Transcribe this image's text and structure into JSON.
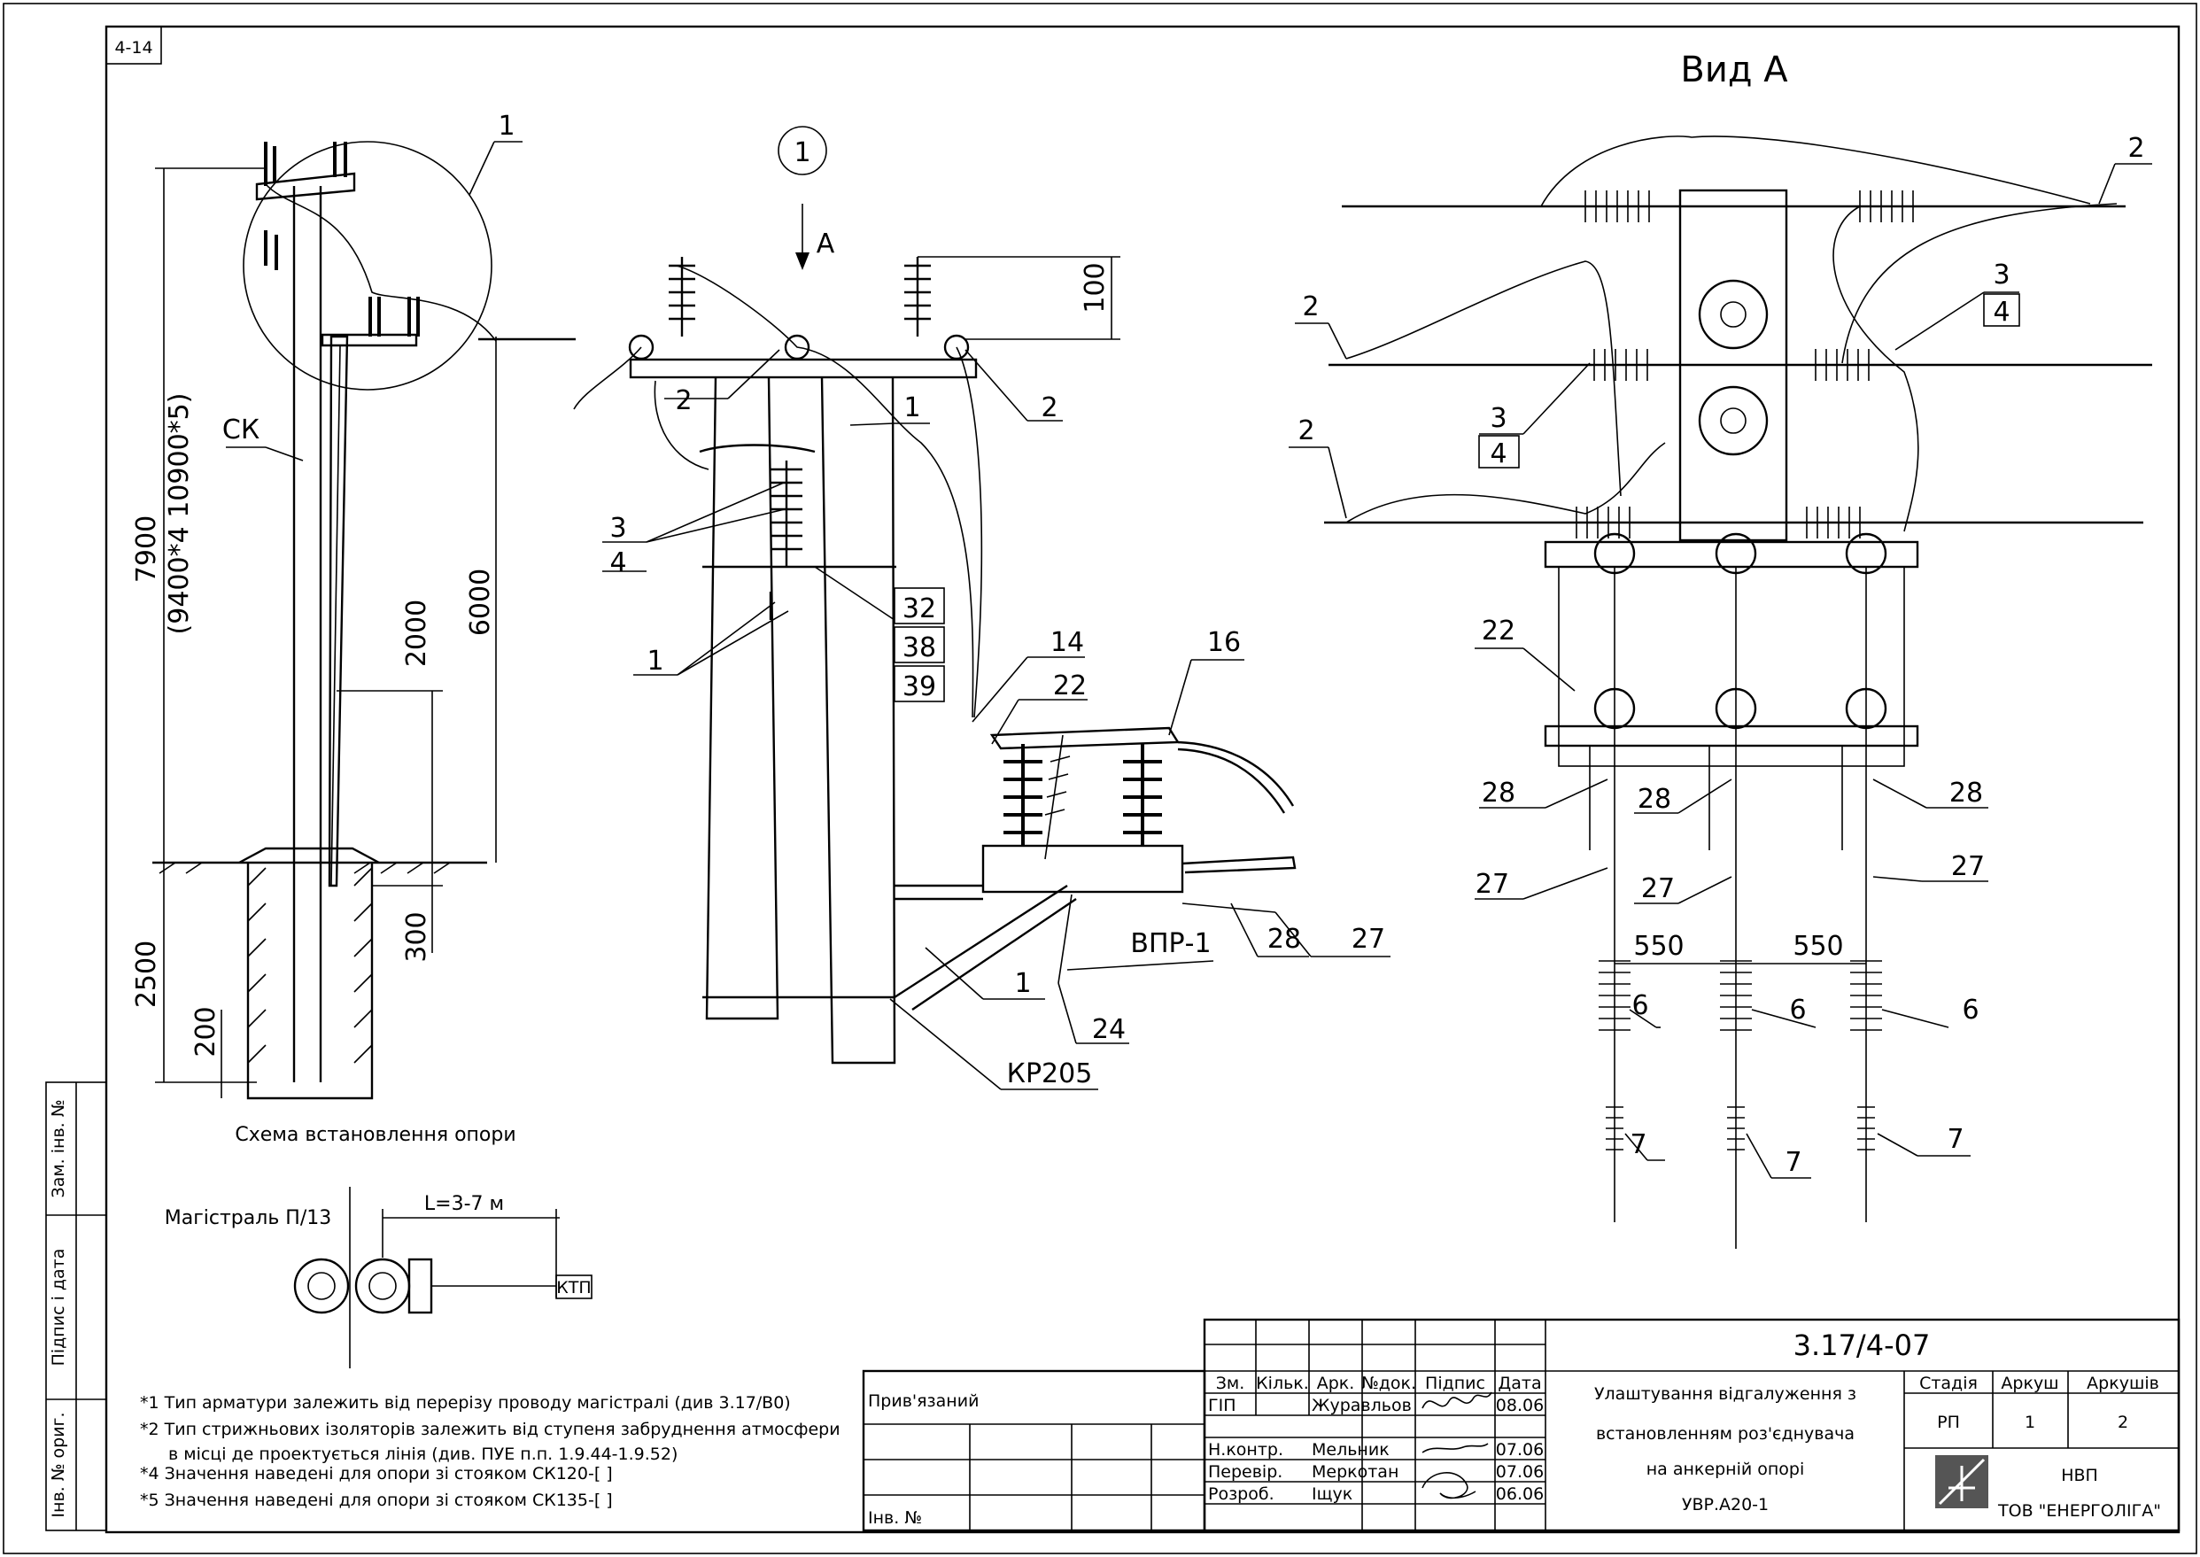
{
  "sheet": {
    "corner_code": "4-14"
  },
  "scheme": {
    "caption": "Схема встановлення опори",
    "dims": {
      "h_total": "7900",
      "h_alt": "(9400*4  10900*5)",
      "h_6000": "6000",
      "h_2000": "2000",
      "h_300": "300",
      "depth": "2500",
      "d200": "200"
    },
    "labels": {
      "ck": "СК",
      "n1": "1"
    }
  },
  "detail": {
    "circle_num": "1",
    "arrow_label": "A",
    "dim_100": "100",
    "labels": {
      "l2a": "2",
      "l1a": "1",
      "l2b": "2",
      "l3": "3",
      "l4": "4",
      "l1b": "1",
      "l32": "32",
      "l38": "38",
      "l39": "39",
      "l14": "14",
      "l22": "22",
      "l16": "16",
      "vpr": "ВПР-1",
      "l28": "28",
      "l27": "27",
      "l1c": "1",
      "l24": "24",
      "kr": "КР205"
    }
  },
  "view_a": {
    "title": "Вид А",
    "labels": {
      "l2r": "2",
      "l3r": "3",
      "l4r": "4",
      "l2l1": "2",
      "l2l2": "2",
      "l3l": "3",
      "l4l": "4",
      "l22": "22",
      "l28a": "28",
      "l28b": "28",
      "l28c": "28",
      "l27a": "27",
      "l27b": "27",
      "l27c": "27",
      "d550a": "550",
      "d550b": "550",
      "l6a": "6",
      "l6b": "6",
      "l6c": "6",
      "l7a": "7",
      "l7b": "7",
      "l7c": "7"
    }
  },
  "plan": {
    "main_line": "Магістраль П/13",
    "distance": "L=3-7 м",
    "ktp": "КТП"
  },
  "notes": [
    "*1 Тип арматури залежить від перерізу проводу магістралі (див 3.17/В0)",
    "*2 Тип стрижньових ізоляторів залежить від ступеня забруднення атмосфери",
    "в місці де проектується лінія (див. ПУЕ п.п. 1.9.44-1.9.52)",
    "*4 Значення наведені для опори зі стояком СК120-[ ]",
    "*5 Значення наведені для опори зі стояком СК135-[ ]"
  ],
  "side_stamp": [
    "Зам. інв. №",
    "Підпис і дата",
    "Інв. № ориг."
  ],
  "title_block": {
    "bound": "Прив'язаний",
    "inv": "Інв. №",
    "doc_code": "3.17/4-07",
    "headers": [
      "Зм.",
      "Кільк.",
      "Арк.",
      "№док.",
      "Підпис",
      "Дата"
    ],
    "rows": [
      {
        "role": "ГІП",
        "name": "Журавльов",
        "date": "08.06"
      },
      {
        "role": "Н.контр.",
        "name": "Мельник",
        "date": "07.06"
      },
      {
        "role": "Перевір.",
        "name": "Меркотан",
        "date": "07.06"
      },
      {
        "role": "Розроб.",
        "name": "Іщук",
        "date": "06.06"
      }
    ],
    "description": [
      "Улаштування відгалуження з",
      "встановленням роз'єднувача",
      "на анкерній опорі",
      "УВР.А20-1"
    ],
    "stage_hdr": "Стадія",
    "sheet_hdr": "Аркуш",
    "sheets_hdr": "Аркушів",
    "stage": "РП",
    "sheet": "1",
    "sheets": "2",
    "org": [
      "НВП",
      "ТОВ \"ЕНЕРГОЛІГА\""
    ]
  }
}
